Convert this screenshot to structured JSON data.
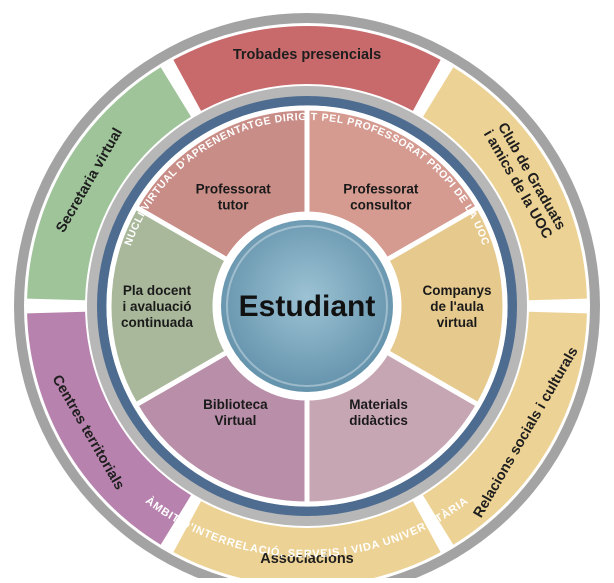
{
  "diagram": {
    "center": {
      "label": "Estudiant"
    },
    "inner_ring_caption": "NUCLI VIRTUAL D'APRENENTATGE DIRIGIT PEL PROFESSORAT PROPI DE LA UOC",
    "outer_ring_caption": "ÀMBIT D'INTERRELACIÓ, SERVEIS I VIDA UNIVERSITÀRIA",
    "inner_segments": [
      {
        "lines": [
          "Professorat",
          "tutor"
        ],
        "color": "#c98d87"
      },
      {
        "lines": [
          "Professorat",
          "consultor"
        ],
        "color": "#d59a90"
      },
      {
        "lines": [
          "Companys",
          "de l'aula",
          "virtual"
        ],
        "color": "#e6c98d"
      },
      {
        "lines": [
          "Materials",
          "didàctics"
        ],
        "color": "#c7a6b3"
      },
      {
        "lines": [
          "Biblioteca",
          "Virtual"
        ],
        "color": "#b88ea8"
      },
      {
        "lines": [
          "Pla docent",
          "i avaluació",
          "continuada"
        ],
        "color": "#a9b89a"
      }
    ],
    "outer_segments": [
      {
        "lines": [
          "Trobades presencials"
        ],
        "color": "#c8696b"
      },
      {
        "lines": [
          "Club de Graduats",
          "i amics de la UOC"
        ],
        "color": "#edd295"
      },
      {
        "lines": [
          "Relacions socials i culturals"
        ],
        "color": "#edd295"
      },
      {
        "lines": [
          "Associacions"
        ],
        "color": "#edd295"
      },
      {
        "lines": [
          "Centres territorials"
        ],
        "color": "#b782ad"
      },
      {
        "lines": [
          "Secretaria virtual"
        ],
        "color": "#9fc49a"
      }
    ],
    "colors": {
      "outer_rim": "#a3a3a3",
      "inner_band": "#4d6c90",
      "center_disc": "#7aa7bd",
      "divider": "#ffffff"
    }
  }
}
